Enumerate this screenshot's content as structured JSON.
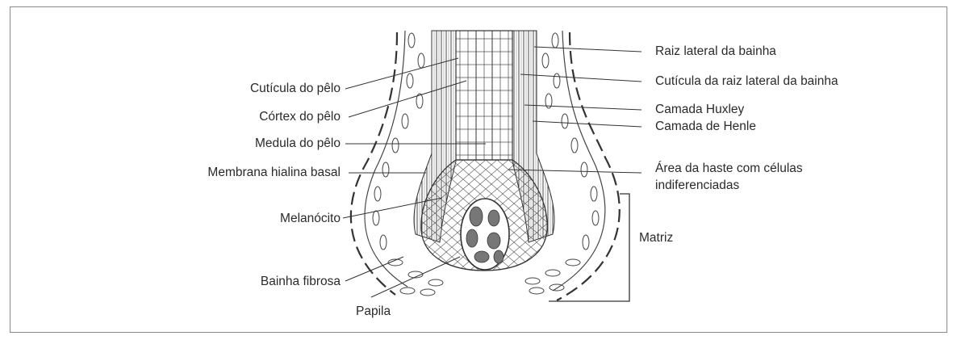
{
  "labels_left": [
    {
      "id": "cuticula-pelo",
      "text": "Cutícula do pêlo"
    },
    {
      "id": "cortex-pelo",
      "text": "Córtex do pêlo"
    },
    {
      "id": "medula-pelo",
      "text": "Medula do pêlo"
    },
    {
      "id": "membrana-hialina",
      "text": "Membrana hialina basal"
    },
    {
      "id": "melanocito",
      "text": "Melanócito"
    },
    {
      "id": "bainha-fibrosa",
      "text": "Bainha fibrosa"
    }
  ],
  "label_bottom": {
    "id": "papila",
    "text": "Papila"
  },
  "labels_right": [
    {
      "id": "raiz-lateral",
      "text": "Raiz lateral da bainha"
    },
    {
      "id": "cuticula-raiz",
      "text": "Cutícula da raiz lateral da bainha"
    },
    {
      "id": "camada-huxley",
      "text": "Camada Huxley"
    },
    {
      "id": "camada-henle",
      "text": "Camada de Henle"
    },
    {
      "id": "area-haste-1",
      "text": "Área da haste com células"
    },
    {
      "id": "area-haste-2",
      "text": "indiferenciadas"
    }
  ],
  "label_matriz": {
    "id": "matriz",
    "text": "Matriz"
  }
}
